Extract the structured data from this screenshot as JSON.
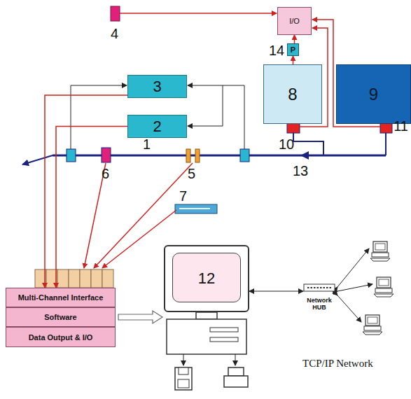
{
  "diagram": {
    "nodes": [
      {
        "text": [
          "3"
        ]
      },
      {
        "text": [
          "2"
        ]
      },
      {
        "text": [
          "P"
        ]
      },
      {
        "text": [
          "8"
        ]
      },
      {
        "text": [
          "9"
        ]
      },
      {
        "text": [
          "I/O"
        ]
      },
      {
        "text": [
          "Multi-Channel Interface"
        ]
      },
      {
        "text": [
          "Software"
        ]
      },
      {
        "text": [
          "Data Output & I/O"
        ]
      },
      {
        "text": [
          "12"
        ]
      },
      {
        "text": [
          "Network HUB"
        ]
      }
    ],
    "edges": [
      {
        "from": 0,
        "to": 6,
        "arrow": "to"
      },
      {
        "from": 1,
        "to": 6,
        "arrow": "to"
      },
      {
        "from": 3,
        "to": 2,
        "arrow": "to"
      },
      {
        "from": 2,
        "to": 5,
        "arrow": "to"
      },
      {
        "from": 7,
        "to": 9,
        "arrow": "to"
      },
      {
        "from": 9,
        "to": 10,
        "arrow": "both"
      }
    ],
    "labels": [
      "4",
      "14",
      "10",
      "11",
      "1",
      "6",
      "5",
      "13",
      "7",
      "TCP/IP Network"
    ]
  }
}
